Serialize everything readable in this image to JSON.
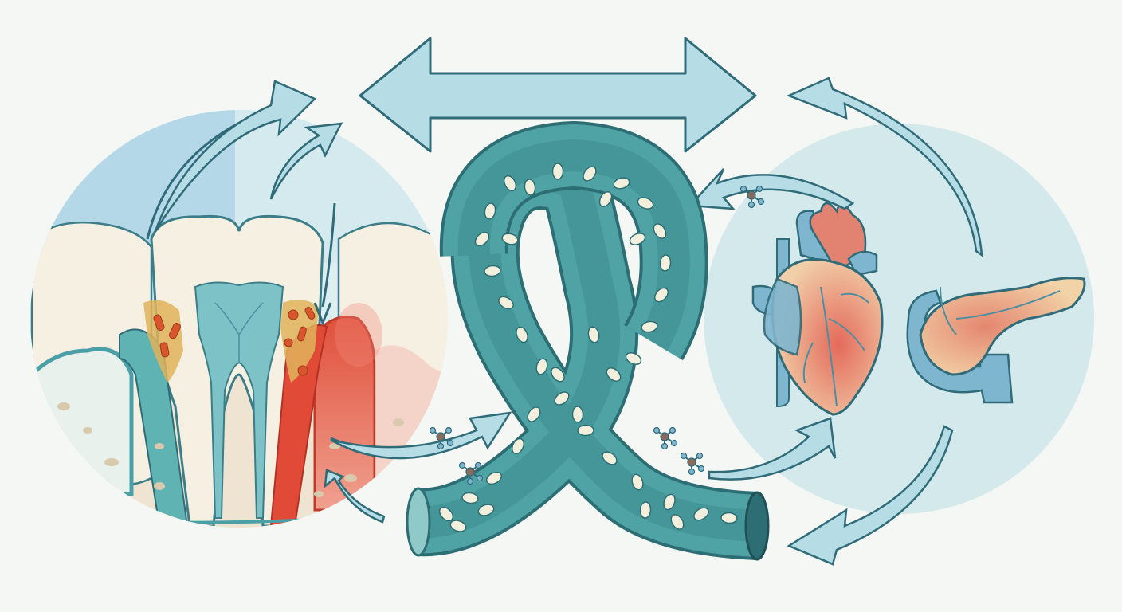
{
  "colors": {
    "background": "#f4f7f3",
    "arrow_fill": "#b6dde5",
    "arrow_stroke": "#2f6b78",
    "vessel_fill": "#4fa3a5",
    "vessel_dark": "#2d6e74",
    "vessel_light": "#8fcac8",
    "blood_cell": "#f2efdc",
    "gum_inflamed": "#d94b3a",
    "plaque": "#e0b35a",
    "bacteria": "#d9552c",
    "tooth": "#f6f0e2",
    "root_canal": "#7cc2c6",
    "bone": "#efe4d2",
    "heart_red": "#e28372",
    "heart_blue": "#7fb6cf",
    "pancreas": "#efc8a0",
    "organ_circle": "#d3e9ec",
    "mouth_circle_sky": "#a9d3e3"
  },
  "diagram": {
    "panels": [
      {
        "name": "oral-cavity",
        "icon": "tooth-gum-cross-section-icon"
      },
      {
        "name": "bloodstream",
        "icon": "blood-vessel-loop-icon"
      },
      {
        "name": "organs",
        "icon": "heart-pancreas-icon"
      }
    ],
    "arrow_count": 11,
    "molecule_count": 5
  }
}
